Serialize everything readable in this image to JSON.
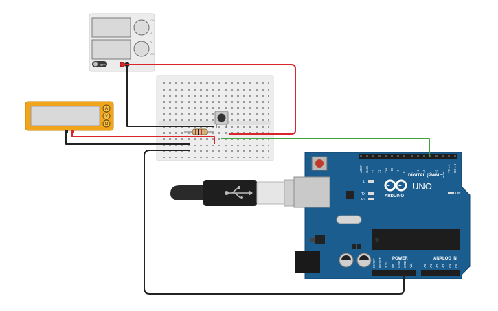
{
  "power_supply": {
    "switch_label": "OFF",
    "knob_labels": [
      "CV",
      "A",
      "V",
      "CC"
    ]
  },
  "multimeter": {
    "mode_labels": [
      "A",
      "V",
      "Ω"
    ]
  },
  "arduino": {
    "brand": "ARDUINO",
    "model": "UNO",
    "on_label": "ON",
    "digital_label": "DIGITAL (PWM ~)",
    "power_label": "POWER",
    "analog_label": "ANALOG IN",
    "led_l": "L",
    "led_tx": "TX",
    "led_rx": "RX",
    "digital_pins": [
      "AREF",
      "GND",
      "13",
      "12",
      "~11",
      "~10",
      "~9",
      "8",
      "7",
      "~6",
      "~5",
      "4",
      "~3",
      "2",
      "TX→1",
      "RX←0"
    ],
    "power_pins": [
      "IOREF",
      "RESET",
      "3.3V",
      "5V",
      "GND",
      "GND",
      "Vin"
    ],
    "analog_pins": [
      "A0",
      "A1",
      "A2",
      "A3",
      "A4",
      "A5"
    ]
  },
  "colors": {
    "wire_red": "#d8262c",
    "wire_black": "#222222",
    "wire_green": "#3fa33f",
    "arduino_blue": "#1b5d8f",
    "multimeter_yellow": "#f2a51a"
  }
}
